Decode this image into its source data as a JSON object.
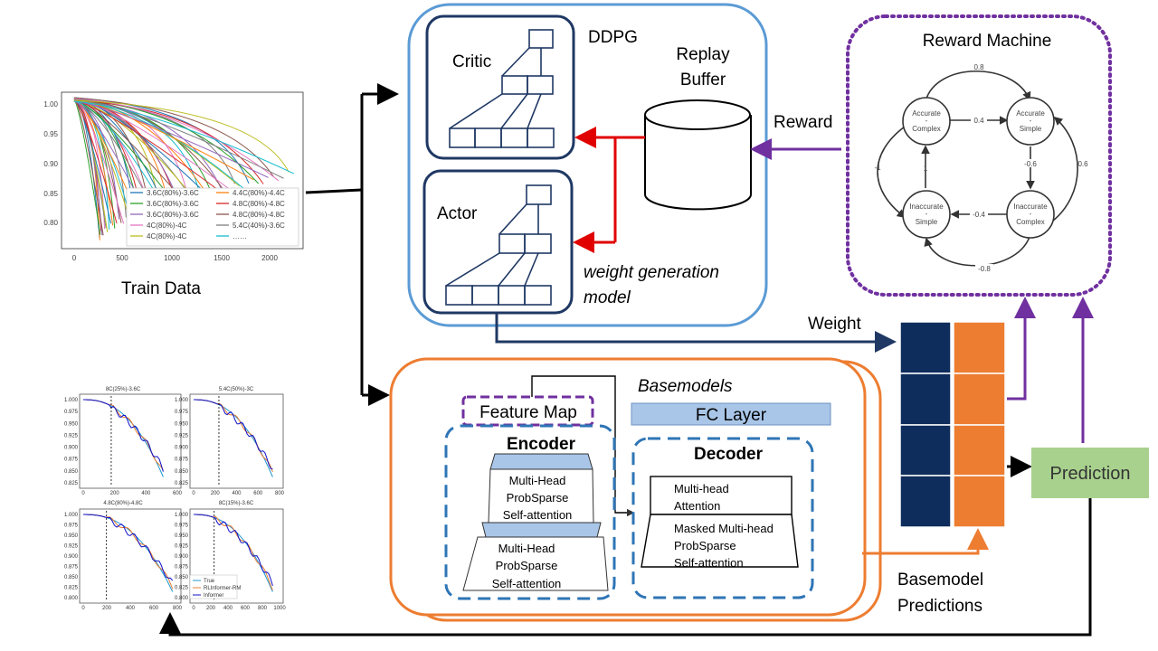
{
  "colors": {
    "ddpg_border": "#5b9bd5",
    "network_border": "#1f3864",
    "reward_border": "#7030a0",
    "arrow_red": "#e00000",
    "arrow_purple": "#7030a0",
    "arrow_navy": "#1f3864",
    "basemodel_border": "#ed7d31",
    "encoder_border": "#2e75b6",
    "fc_fill": "#a9c6e8",
    "weight_fill": "#0f2d5c",
    "pred_fill": "#ed7d31",
    "prediction_fill": "#a9d18e"
  },
  "train_data": {
    "caption": "Train Data",
    "yticks": [
      "1.00",
      "0.95",
      "0.90",
      "0.85",
      "0.80"
    ],
    "xticks": [
      "0",
      "500",
      "1000",
      "1500",
      "2000"
    ],
    "legend": [
      "3.6C(80%)-3.6C",
      "4.4C(80%)-4.4C",
      "3.6C(80%)-3.6C",
      "4.8C(80%)-4.8C",
      "3.6C(80%)-3.6C",
      "4.8C(80%)-4.8C",
      "4C(80%)-4C",
      "5.4C(40%)-3.6C",
      "4C(80%)-4C",
      "……"
    ]
  },
  "ddpg": {
    "title": "DDPG",
    "critic": "Critic",
    "actor": "Actor",
    "replay_line1": "Replay",
    "replay_line2": "Buffer",
    "caption_line1": "weight generation",
    "caption_line2": "model"
  },
  "reward_machine": {
    "title": "Reward Machine",
    "states": [
      {
        "line1": "Accurate",
        "line2": "Complex"
      },
      {
        "line1": "Accurate",
        "line2": "Simple"
      },
      {
        "line1": "Inaccurate",
        "line2": "Simple"
      },
      {
        "line1": "Inaccurate",
        "line2": "Complex"
      }
    ],
    "edges": [
      "0.8",
      "0.4",
      "-1",
      "1",
      "-0.6",
      "0.6",
      "-0.4",
      "-0.8"
    ]
  },
  "labels": {
    "reward": "Reward",
    "weight": "Weight",
    "basemodels": "Basemodels",
    "feature_map": "Feature Map",
    "fc_layer": "FC Layer",
    "encoder": "Encoder",
    "decoder": "Decoder",
    "enc_block1": [
      "Multi-Head",
      "ProbSparse",
      "Self-attention"
    ],
    "enc_block2": [
      "Multi-Head",
      "ProbSparse",
      "Self-attention"
    ],
    "dec_block1": [
      "Multi-head",
      "Attention"
    ],
    "dec_block2": [
      "Masked Multi-head",
      "ProbSparse",
      "Self-attention"
    ],
    "prediction": "Prediction",
    "bm_pred_line1": "Basemodel",
    "bm_pred_line2": "Predictions"
  },
  "result_plots": {
    "titles": [
      "8C(25%)-3.6C",
      "5.4C(50%)-3C",
      "4.8C(80%)-4.8C",
      "8C(15%)-3.6C"
    ],
    "legend": [
      "True",
      "RLInformer-RM",
      "Informer"
    ],
    "yticks_a": [
      "1.000",
      "0.975",
      "0.950",
      "0.925",
      "0.900",
      "0.875",
      "0.850",
      "0.825"
    ],
    "yticks_b": [
      "1.000",
      "0.975",
      "0.950",
      "0.925",
      "0.900",
      "0.875",
      "0.850",
      "0.825",
      "0.800"
    ],
    "xticks_1": [
      "0",
      "200",
      "400",
      "600"
    ],
    "xticks_2": [
      "0",
      "200",
      "400",
      "600",
      "800"
    ],
    "xticks_3": [
      "0",
      "200",
      "400",
      "600",
      "800"
    ],
    "xticks_4": [
      "0",
      "200",
      "400",
      "600",
      "800",
      "1000"
    ]
  }
}
